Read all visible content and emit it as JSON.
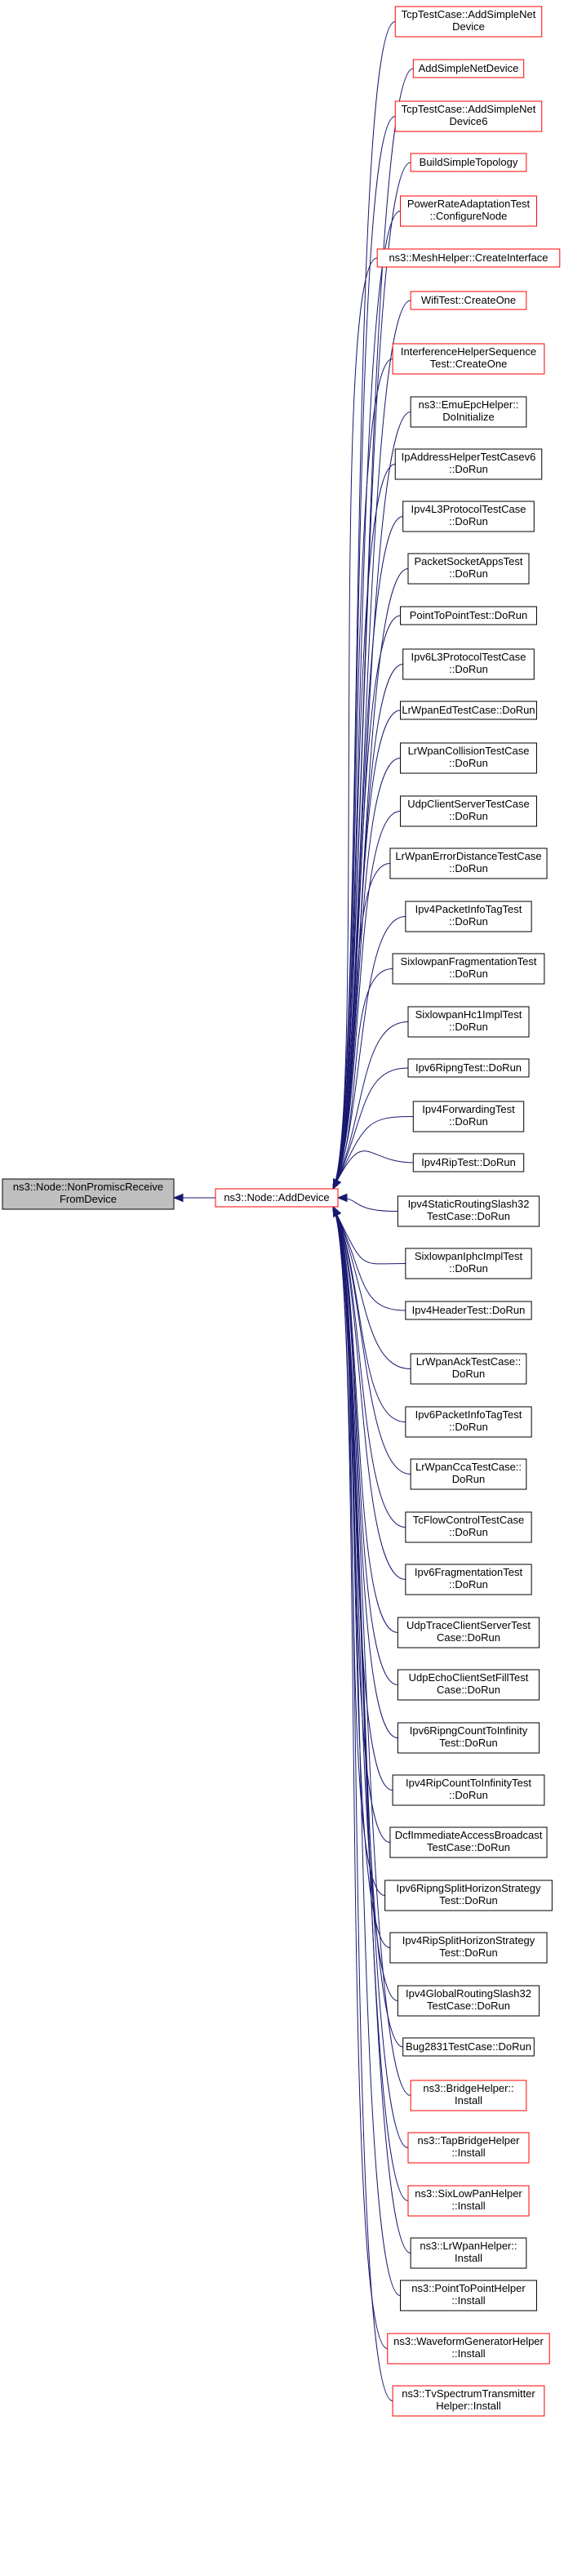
{
  "colors": {
    "edge": "#191970",
    "border_default": "#000000",
    "border_truncated": "#ff0000",
    "root_fill": "#bfbfbf",
    "node_fill": "#ffffff"
  },
  "root": {
    "lines": [
      "ns3::Node::NonPromiscReceive",
      "FromDevice"
    ]
  },
  "center": {
    "lines": [
      "ns3::Node::AddDevice"
    ],
    "truncated": true
  },
  "callers": [
    {
      "lines": [
        "TcpTestCase::AddSimpleNet",
        "Device"
      ],
      "truncated": true
    },
    {
      "lines": [
        "AddSimpleNetDevice"
      ],
      "truncated": true
    },
    {
      "lines": [
        "TcpTestCase::AddSimpleNet",
        "Device6"
      ],
      "truncated": true
    },
    {
      "lines": [
        "BuildSimpleTopology"
      ],
      "truncated": true
    },
    {
      "lines": [
        "PowerRateAdaptationTest",
        "::ConfigureNode"
      ],
      "truncated": true
    },
    {
      "lines": [
        "ns3::MeshHelper::CreateInterface"
      ],
      "truncated": true
    },
    {
      "lines": [
        "WifiTest::CreateOne"
      ],
      "truncated": true
    },
    {
      "lines": [
        "InterferenceHelperSequence",
        "Test::CreateOne"
      ],
      "truncated": true
    },
    {
      "lines": [
        "ns3::EmuEpcHelper::",
        "DoInitialize"
      ],
      "truncated": false
    },
    {
      "lines": [
        "IpAddressHelperTestCasev6",
        "::DoRun"
      ],
      "truncated": false
    },
    {
      "lines": [
        "Ipv4L3ProtocolTestCase",
        "::DoRun"
      ],
      "truncated": false
    },
    {
      "lines": [
        "PacketSocketAppsTest",
        "::DoRun"
      ],
      "truncated": false
    },
    {
      "lines": [
        "PointToPointTest::DoRun"
      ],
      "truncated": false
    },
    {
      "lines": [
        "Ipv6L3ProtocolTestCase",
        "::DoRun"
      ],
      "truncated": false
    },
    {
      "lines": [
        "LrWpanEdTestCase::DoRun"
      ],
      "truncated": false
    },
    {
      "lines": [
        "LrWpanCollisionTestCase",
        "::DoRun"
      ],
      "truncated": false
    },
    {
      "lines": [
        "UdpClientServerTestCase",
        "::DoRun"
      ],
      "truncated": false
    },
    {
      "lines": [
        "LrWpanErrorDistanceTestCase",
        "::DoRun"
      ],
      "truncated": false
    },
    {
      "lines": [
        "Ipv4PacketInfoTagTest",
        "::DoRun"
      ],
      "truncated": false
    },
    {
      "lines": [
        "SixlowpanFragmentationTest",
        "::DoRun"
      ],
      "truncated": false
    },
    {
      "lines": [
        "SixlowpanHc1ImplTest",
        "::DoRun"
      ],
      "truncated": false
    },
    {
      "lines": [
        "Ipv6RipngTest::DoRun"
      ],
      "truncated": false
    },
    {
      "lines": [
        "Ipv4ForwardingTest",
        "::DoRun"
      ],
      "truncated": false
    },
    {
      "lines": [
        "Ipv4RipTest::DoRun"
      ],
      "truncated": false
    },
    {
      "lines": [
        "Ipv4StaticRoutingSlash32",
        "TestCase::DoRun"
      ],
      "truncated": false
    },
    {
      "lines": [
        "SixlowpanIphcImplTest",
        "::DoRun"
      ],
      "truncated": false
    },
    {
      "lines": [
        "Ipv4HeaderTest::DoRun"
      ],
      "truncated": false
    },
    {
      "lines": [
        "LrWpanAckTestCase::",
        "DoRun"
      ],
      "truncated": false
    },
    {
      "lines": [
        "Ipv6PacketInfoTagTest",
        "::DoRun"
      ],
      "truncated": false
    },
    {
      "lines": [
        "LrWpanCcaTestCase::",
        "DoRun"
      ],
      "truncated": false
    },
    {
      "lines": [
        "TcFlowControlTestCase",
        "::DoRun"
      ],
      "truncated": false
    },
    {
      "lines": [
        "Ipv6FragmentationTest",
        "::DoRun"
      ],
      "truncated": false
    },
    {
      "lines": [
        "UdpTraceClientServerTest",
        "Case::DoRun"
      ],
      "truncated": false
    },
    {
      "lines": [
        "UdpEchoClientSetFillTest",
        "Case::DoRun"
      ],
      "truncated": false
    },
    {
      "lines": [
        "Ipv6RipngCountToInfinity",
        "Test::DoRun"
      ],
      "truncated": false
    },
    {
      "lines": [
        "Ipv4RipCountToInfinityTest",
        "::DoRun"
      ],
      "truncated": false
    },
    {
      "lines": [
        "DcfImmediateAccessBroadcast",
        "TestCase::DoRun"
      ],
      "truncated": false
    },
    {
      "lines": [
        "Ipv6RipngSplitHorizonStrategy",
        "Test::DoRun"
      ],
      "truncated": false
    },
    {
      "lines": [
        "Ipv4RipSplitHorizonStrategy",
        "Test::DoRun"
      ],
      "truncated": false
    },
    {
      "lines": [
        "Ipv4GlobalRoutingSlash32",
        "TestCase::DoRun"
      ],
      "truncated": false
    },
    {
      "lines": [
        "Bug2831TestCase::DoRun"
      ],
      "truncated": false
    },
    {
      "lines": [
        "ns3::BridgeHelper::",
        "Install"
      ],
      "truncated": true
    },
    {
      "lines": [
        "ns3::TapBridgeHelper",
        "::Install"
      ],
      "truncated": true
    },
    {
      "lines": [
        "ns3::SixLowPanHelper",
        "::Install"
      ],
      "truncated": true
    },
    {
      "lines": [
        "ns3::LrWpanHelper::",
        "Install"
      ],
      "truncated": false
    },
    {
      "lines": [
        "ns3::PointToPointHelper",
        "::Install"
      ],
      "truncated": false
    },
    {
      "lines": [
        "ns3::WaveformGeneratorHelper",
        "::Install"
      ],
      "truncated": true
    },
    {
      "lines": [
        "ns3::TvSpectrumTransmitter",
        "Helper::Install"
      ],
      "truncated": true
    }
  ]
}
